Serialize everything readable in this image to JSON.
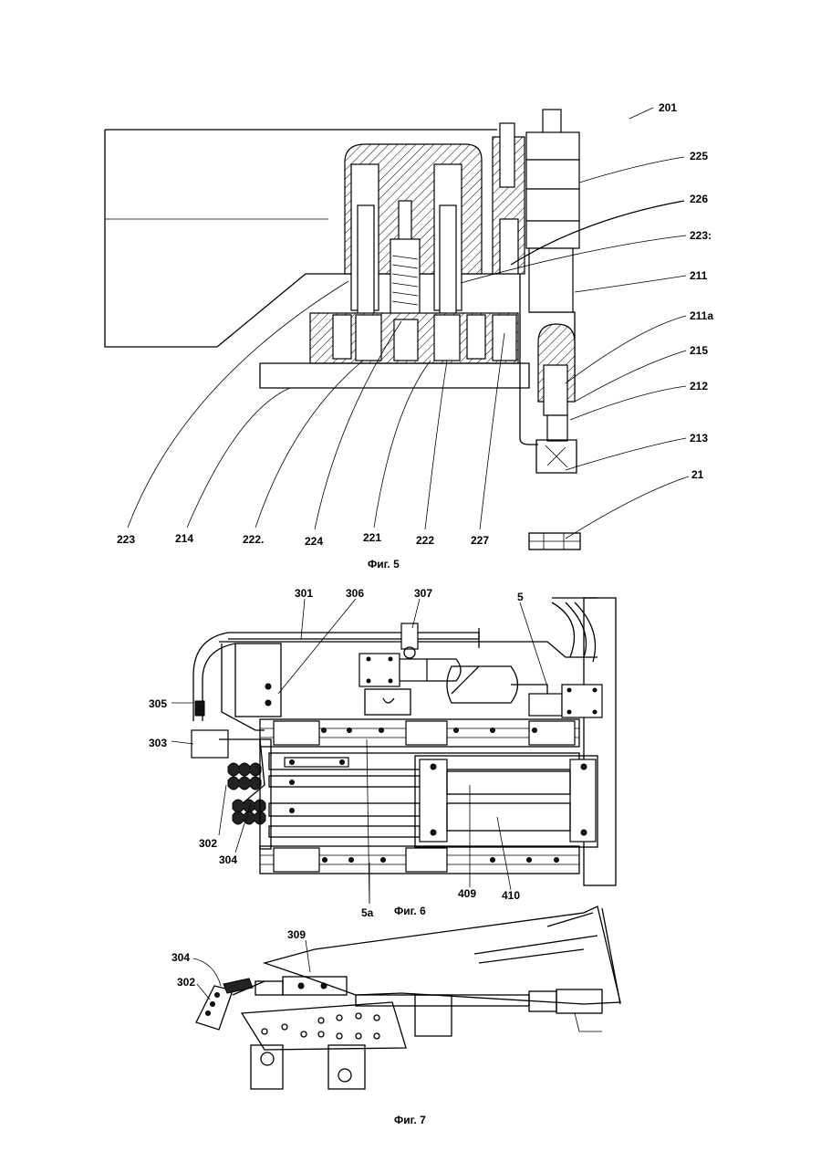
{
  "figures": [
    {
      "caption": "Фиг. 5",
      "labels": [
        "201",
        "225",
        "226",
        "223:",
        "211",
        "211a",
        "215",
        "212",
        "213",
        "21",
        "223",
        "214",
        "222.",
        "224",
        "221",
        "222",
        "227"
      ]
    },
    {
      "caption": "Фиг. 6",
      "labels": [
        "301",
        "306",
        "307",
        "5",
        "305",
        "303",
        "302",
        "304",
        "409",
        "410",
        "5a"
      ]
    },
    {
      "caption": "Фиг. 7",
      "labels": [
        "309",
        "304",
        "302"
      ]
    }
  ]
}
